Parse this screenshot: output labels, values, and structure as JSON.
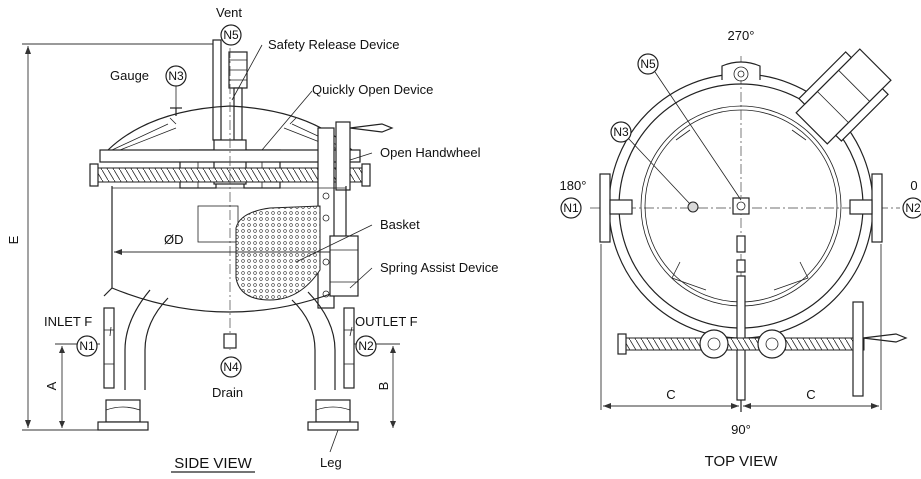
{
  "side_view": {
    "title": "SIDE VIEW",
    "labels": {
      "vent": "Vent",
      "safety": "Safety Release Device",
      "gauge": "Gauge",
      "quick": "Quickly Open Device",
      "handwheel": "Open Handwheel",
      "basket": "Basket",
      "spring": "Spring Assist Device",
      "od": "ØD",
      "inlet": "INLET F",
      "outlet": "OUTLET F",
      "drain": "Drain",
      "leg": "Leg"
    },
    "nozzles": {
      "n1": "N1",
      "n2": "N2",
      "n3": "N3",
      "n4": "N4",
      "n5": "N5"
    },
    "dims": {
      "e": "E",
      "a": "A",
      "b": "B"
    }
  },
  "top_view": {
    "title": "TOP VIEW",
    "angles": {
      "a270": "270°",
      "a180": "180°",
      "a0": "0",
      "a90": "90°"
    },
    "nozzles": {
      "n1": "N1",
      "n2": "N2",
      "n3": "N3",
      "n5": "N5"
    },
    "dims": {
      "c_left": "C",
      "c_right": "C"
    }
  }
}
